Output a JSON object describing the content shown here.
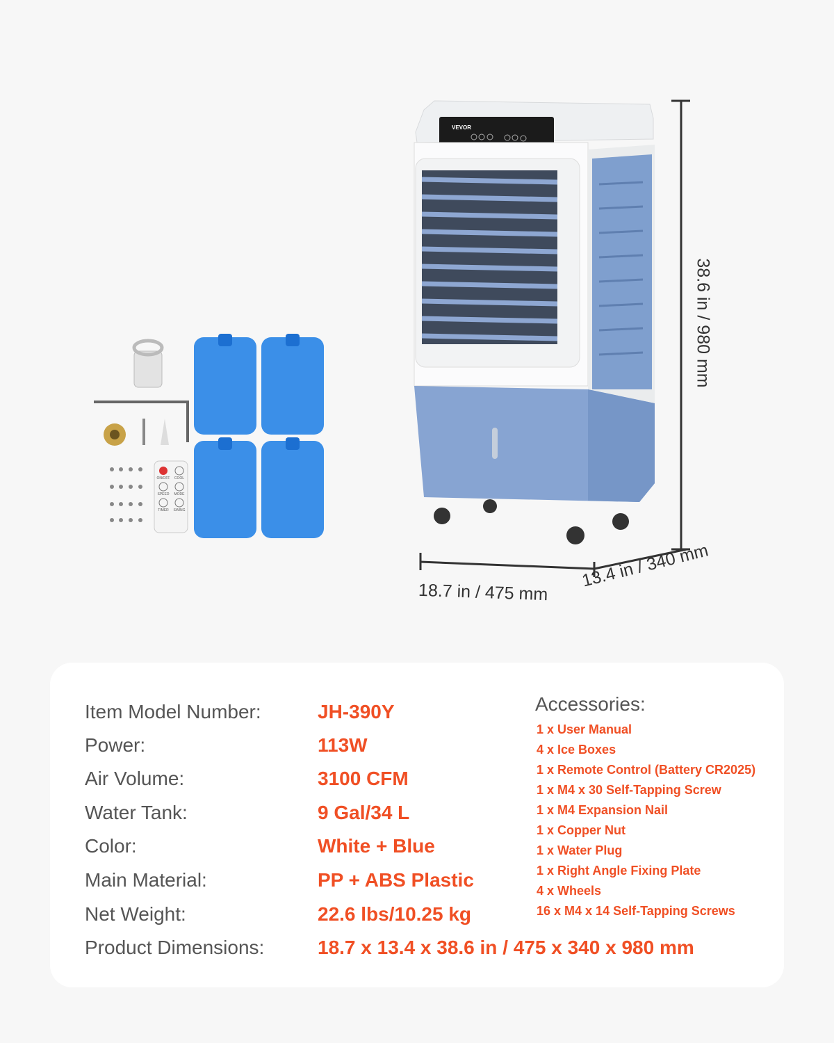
{
  "product": {
    "brand": "VEVOR",
    "remote_buttons": [
      "ON/OFF",
      "COOL",
      "SPEED",
      "MODE",
      "TIMER",
      "SWING"
    ]
  },
  "dimensions": {
    "height": "38.6 in  /  980 mm",
    "width": "18.7 in  /  475 mm",
    "depth": "13.4 in  /  340 mm"
  },
  "specs": [
    {
      "label": "Item Model Number:",
      "value": "JH-390Y"
    },
    {
      "label": "Power:",
      "value": "113W"
    },
    {
      "label": "Air Volume:",
      "value": "3100 CFM"
    },
    {
      "label": "Water Tank:",
      "value": "9 Gal/34 L"
    },
    {
      "label": "Color:",
      "value": "White + Blue"
    },
    {
      "label": "Main Material:",
      "value": "PP + ABS Plastic"
    },
    {
      "label": "Net Weight:",
      "value": "22.6 lbs/10.25 kg"
    },
    {
      "label": "Product Dimensions:",
      "value": "18.7 x 13.4 x 38.6 in / 475 x 340 x 980 mm"
    }
  ],
  "accessories": {
    "title": "Accessories:",
    "items": [
      "1 x User Manual",
      "4 x Ice Boxes",
      "1 x Remote Control (Battery CR2025)",
      "1 x M4 x 30 Self-Tapping Screw",
      "1 x M4 Expansion Nail",
      "1 x Copper Nut",
      "1 x Water Plug",
      "1 x Right Angle Fixing Plate",
      "4 x Wheels",
      "16 x M4 x 14 Self-Tapping Screws"
    ]
  },
  "colors": {
    "accent": "#f04f24",
    "label": "#555555",
    "cooler_blue": "#7f9fce",
    "ice_blue": "#3b8fe8"
  }
}
